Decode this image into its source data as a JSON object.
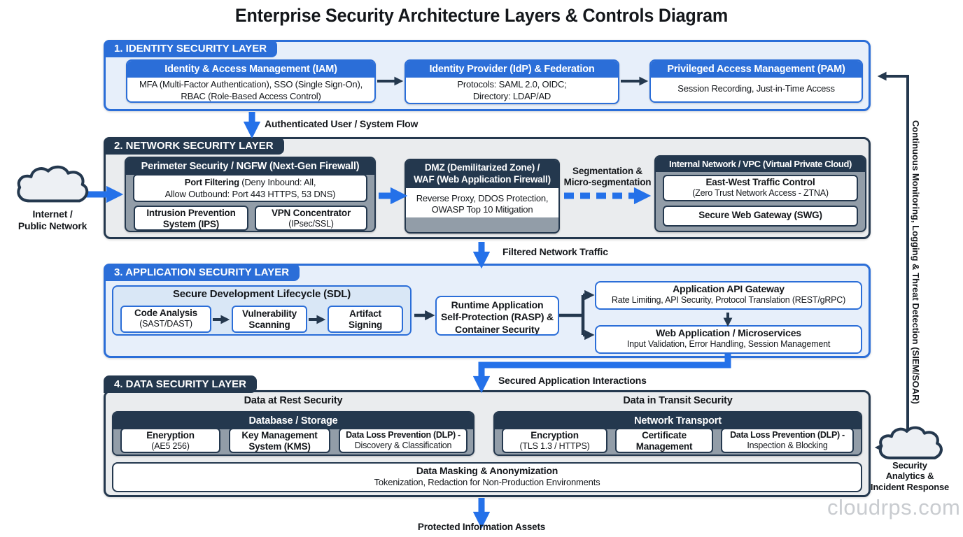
{
  "title": "Enterprise Security Architecture Layers & Controls Diagram",
  "watermark": "cloudrps.com",
  "colors": {
    "accent_blue": "#2b6ed8",
    "arrow_blue": "#2471e9",
    "navy": "#24384e",
    "layer_blue_bg": "#e7effa",
    "layer_gray_bg": "#eaecee",
    "panel_gray": "#929da8",
    "sdl_bg": "#d9e7f6",
    "watermark_gray": "#c9ccd0"
  },
  "clouds": {
    "internet": {
      "label": "Internet /\nPublic Network"
    },
    "analytics": {
      "label": "Security\nAnalytics &\nIncident Response"
    }
  },
  "monitoring_bar": {
    "label": "Continuous Monitoring, Logging & Threat Detection (SIEM/SOAR)"
  },
  "flow_labels": {
    "authenticated": "Authenticated User / System Flow",
    "segmentation": "Segmentation &\nMicro-segmentation",
    "filtered": "Filtered Network Traffic",
    "secured": "Secured Application Interactions",
    "protected": "Protected Information Assets"
  },
  "layer1": {
    "tab": "1. IDENTITY SECURITY LAYER",
    "iam": {
      "title": "Identity & Access Management (IAM)",
      "body": "MFA (Multi-Factor Authentication), SSO (Single Sign-On),\nRBAC (Role-Based Access Control)"
    },
    "idp": {
      "title": "Identity Provider (IdP) & Federation",
      "body": "Protocols: SAML 2.0, OIDC;\nDirectory: LDAP/AD"
    },
    "pam": {
      "title": "Privileged Access Management (PAM)",
      "body": "Session Recording, Just-in-Time Access"
    }
  },
  "layer2": {
    "tab": "2. NETWORK SECURITY LAYER",
    "perimeter": {
      "title": "Perimeter Security / NGFW (Next-Gen Firewall)",
      "port_filtering_bold": "Port Filtering",
      "port_filtering_rest": " (Deny Inbound: All,\nAllow Outbound: Port 443 HTTPS, 53 DNS)",
      "ips": "Intrusion Prevention\nSystem (IPS)",
      "vpn_title": "VPN Concentrator",
      "vpn_sub": "(IPsec/SSL)"
    },
    "dmz": {
      "title": "DMZ (Demilitarized Zone) /\nWAF (Web Application Firewall)",
      "body": "Reverse Proxy, DDOS Protection,\nOWASP Top 10 Mitigation"
    },
    "internal": {
      "title": "Internal Network / VPC (Virtual Private Cloud)",
      "east_west_title": "East-West Traffic Control",
      "east_west_sub": "(Zero Trust Network Access - ZTNA)",
      "swg": "Secure Web Gateway (SWG)"
    }
  },
  "layer3": {
    "tab": "3. APPLICATION SECURITY LAYER",
    "sdl": {
      "title": "Secure Development Lifecycle (SDL)",
      "code_title": "Code Analysis",
      "code_sub": "(SAST/DAST)",
      "vuln": "Vulnerability\nScanning",
      "artifact": "Artifact\nSigning"
    },
    "rasp": "Runtime Application\nSelf-Protection (RASP) &\nContainer Security",
    "api_gateway": {
      "title": "Application API Gateway",
      "sub": "Rate Limiting, API Security, Protocol Translation (REST/gRPC)"
    },
    "webapp": {
      "title": "Web Application / Microservices",
      "sub": "Input Validation, Error Handling, Session Management"
    }
  },
  "layer4": {
    "tab": "4. DATA SECURITY LAYER",
    "rest_title": "Data at Rest Security",
    "transit_title": "Data in Transit Security",
    "db_group": {
      "title": "Database / Storage",
      "enc_title": "Eneryption",
      "enc_sub": "(AE5 256)",
      "kms": "Key Management\nSystem (KMS)",
      "dlp_title": "Data Loss Prevention (DLP) -",
      "dlp_sub": "Discovery & Classification"
    },
    "nt_group": {
      "title": "Network Transport",
      "enc_title": "Encryption",
      "enc_sub": "(TLS 1.3 / HTTPS)",
      "cert": "Certificate\nManagement",
      "dlp_title": "Data Loss Prevention (DLP) -",
      "dlp_sub": "Inspection & Blocking"
    },
    "masking": {
      "title": "Data Masking & Anonymization",
      "sub": "Tokenization, Redaction for Non-Production Environments"
    }
  }
}
